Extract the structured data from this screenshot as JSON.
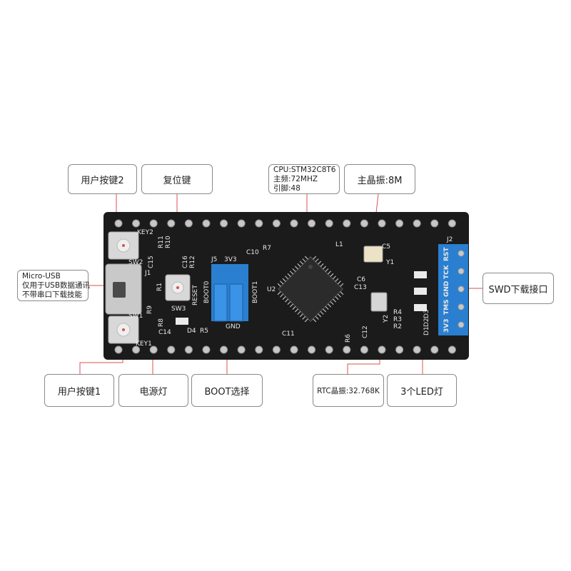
{
  "labels": {
    "user_key2": "用户按键2",
    "reset_key": "复位键",
    "cpu_lines": [
      "CPU:STM32C8T6",
      "主频:72MHZ",
      "引脚:48"
    ],
    "main_crystal": "主晶振:8M",
    "micro_usb_lines": [
      "Micro-USB",
      "仅用于USB数据通讯",
      "不带串口下载技能"
    ],
    "swd": "SWD下载接口",
    "user_key1": "用户按键1",
    "power_led": "电源灯",
    "boot_select": "BOOT选择",
    "rtc_crystal": "RTC晶振:32.768K",
    "leds": "3个LED灯"
  },
  "silkscreen": {
    "key2": "KEY2",
    "sw2": "SW2",
    "key1": "KEY1",
    "sw1": "SW1",
    "j1": "J1",
    "r10": "R10",
    "r11": "R11",
    "c15": "C15",
    "r12": "R12",
    "c16": "C16",
    "r1": "R1",
    "r9": "R9",
    "r8": "R8",
    "c14": "C14",
    "sw3": "SW3",
    "reset": "RESET",
    "d4": "D4",
    "r5": "R5",
    "j5": "J5",
    "v33": "3V3",
    "boot0": "BOOT0",
    "boot1": "BOOT1",
    "gnd": "GND",
    "c10": "C10",
    "r7": "R7",
    "u2": "U2",
    "c11": "C11",
    "l1": "L1",
    "c5": "C5",
    "y1": "Y1",
    "c6": "C6",
    "c13": "C13",
    "c12": "C12",
    "r6": "R6",
    "y2": "Y2",
    "r4": "R4",
    "r3": "R3",
    "r2": "R2",
    "d3": "D3",
    "d2": "D2",
    "d1": "D1",
    "j2": "J2",
    "swd_pins": [
      "3V3",
      "TMS",
      "GND",
      "TCK",
      "RST"
    ]
  },
  "colors": {
    "board": "#1b1b1b",
    "jumper": "#2a7fd0",
    "callout_line": "#d9534f",
    "silk": "#e8e8e8"
  }
}
